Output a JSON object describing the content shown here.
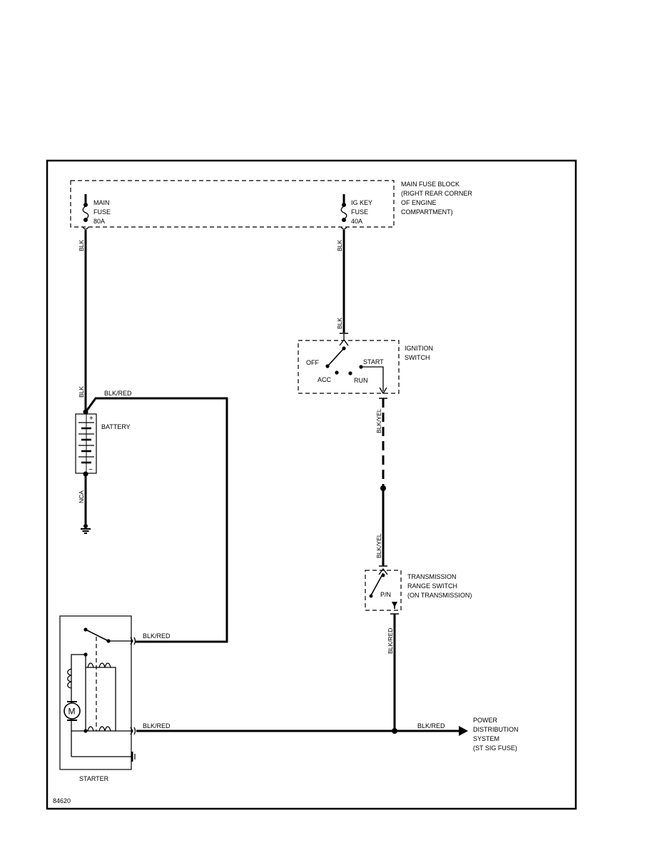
{
  "main_fuse_block": {
    "lines": [
      "MAIN FUSE BLOCK",
      "(RIGHT REAR CORNER",
      "OF ENGINE",
      "COMPARTMENT)"
    ]
  },
  "main_fuse": {
    "lines": [
      "MAIN",
      "FUSE",
      "80A"
    ]
  },
  "ig_key_fuse": {
    "lines": [
      "IG KEY",
      "FUSE",
      "40A"
    ]
  },
  "ignition_switch": {
    "lines": [
      "IGNITION",
      "SWITCH"
    ],
    "positions": {
      "off": "OFF",
      "acc": "ACC",
      "run": "RUN",
      "start": "START"
    }
  },
  "battery": {
    "label": "BATTERY",
    "plus": "+",
    "minus": "−"
  },
  "transmission_range_switch": {
    "lines": [
      "TRANSMISSION",
      "RANGE SWITCH",
      "(ON TRANSMISSION)"
    ],
    "position": "P/N"
  },
  "starter": {
    "label": "STARTER",
    "motor": "M"
  },
  "power_distribution": {
    "lines": [
      "POWER",
      "DISTRIBUTION",
      "SYSTEM",
      "(ST SIG FUSE)"
    ]
  },
  "wires": {
    "main_fuse_out": "BLK",
    "ig_fuse_out": "BLK",
    "ign_in": "BLK",
    "battery_pos": "BLK",
    "battery_pos_branch": "BLK/RED",
    "battery_ground": "NCA",
    "ign_out": "BLK/YEL",
    "trans_in": "BLK/YEL",
    "trans_out": "BLK/RED",
    "starter_solenoid": "BLK/RED",
    "starter_main": "BLK/RED",
    "to_power_dist": "BLK/RED"
  },
  "figure_number": "84620",
  "colors": {
    "ink": "#000000",
    "background": "#ffffff"
  }
}
